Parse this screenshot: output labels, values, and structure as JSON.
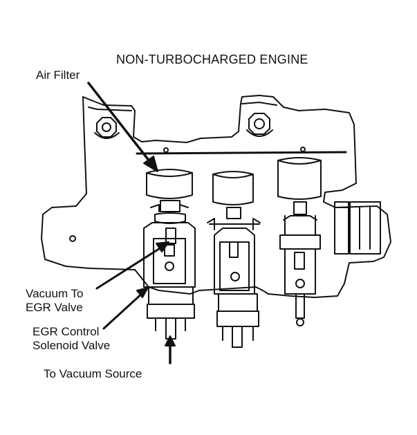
{
  "diagram": {
    "title": "NON-TURBOCHARGED ENGINE",
    "labels": {
      "air_filter": "Air Filter",
      "vacuum_to_egr": [
        "Vacuum To",
        "EGR Valve"
      ],
      "egr_control": [
        "EGR Control",
        "Solenoid Valve"
      ],
      "to_vacuum_source": "To Vacuum Source"
    },
    "colors": {
      "ink": "#111111",
      "paper": "#ffffff"
    }
  }
}
